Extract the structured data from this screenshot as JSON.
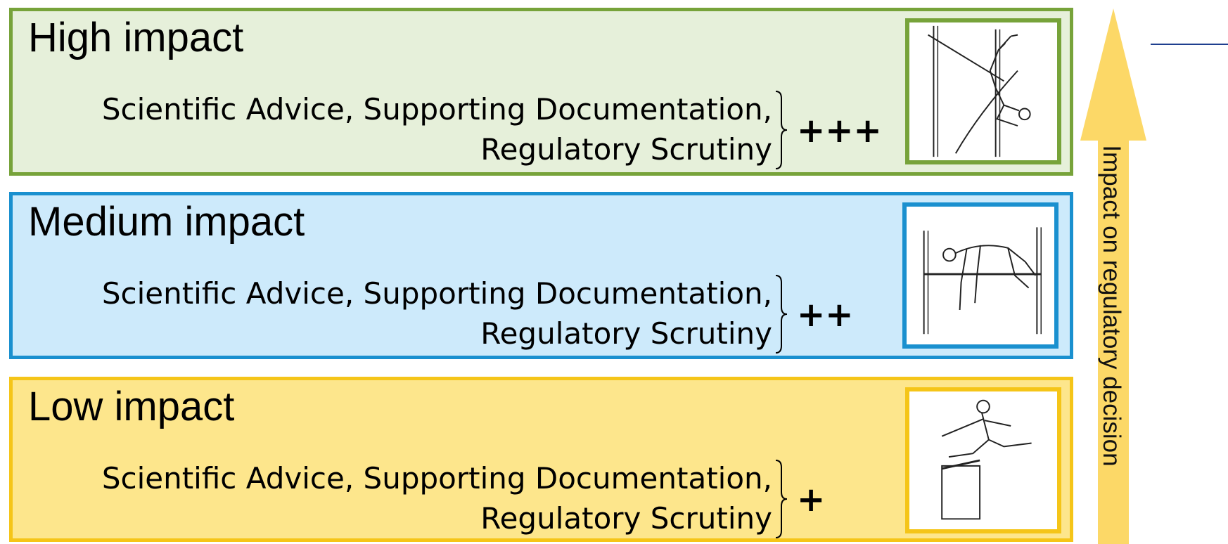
{
  "tiers": [
    {
      "title": "High impact",
      "line1": "Scientific Advice, Supporting Documentation,",
      "line2": "Regulatory Scrutiny",
      "level": "+++",
      "image_icon": "pole-vault-athlete-icon",
      "fill": "#e6f0da",
      "border": "#77a33a"
    },
    {
      "title": "Medium impact",
      "line1": "Scientific Advice, Supporting Documentation,",
      "line2": "Regulatory Scrutiny",
      "level": "++",
      "image_icon": "high-jump-athlete-icon",
      "fill": "#cdeafb",
      "border": "#1a90cf"
    },
    {
      "title": "Low impact",
      "line1": "Scientific Advice, Supporting Documentation,",
      "line2": "Regulatory Scrutiny",
      "level": "+",
      "image_icon": "hurdles-athlete-icon",
      "fill": "#fde68c",
      "border": "#f5c518"
    }
  ],
  "axis": {
    "label": "Impact on regulatory decision",
    "arrow_color": "#fcd867",
    "icon": "up-arrow-icon"
  }
}
